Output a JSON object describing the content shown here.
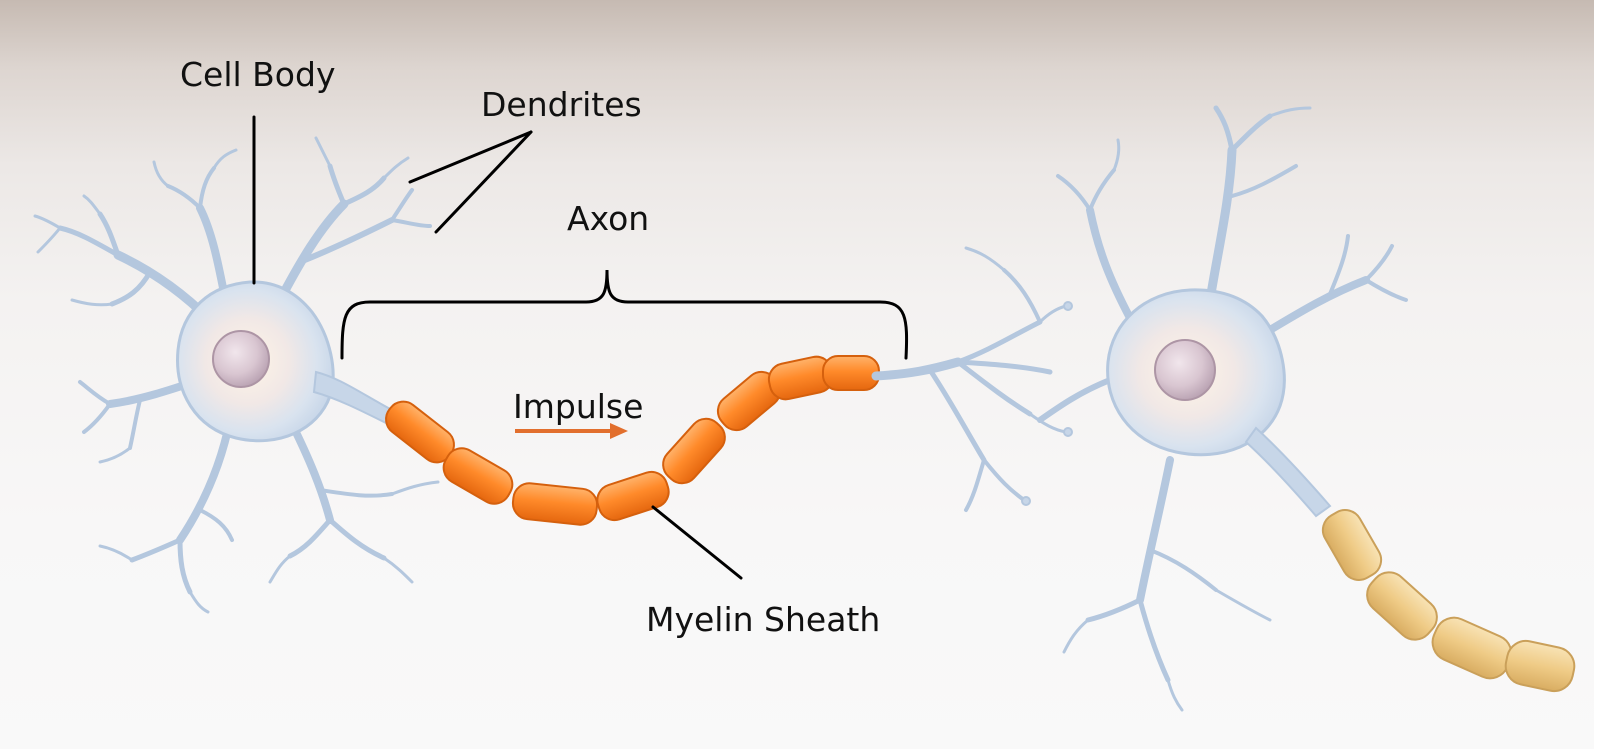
{
  "labels": {
    "cell_body": "Cell Body",
    "dendrites": "Dendrites",
    "axon": "Axon",
    "impulse": "Impulse",
    "myelin_sheath": "Myelin Sheath"
  },
  "colors": {
    "neuron_fill": "#c7d6e8",
    "neuron_stroke": "#8fa8c6",
    "nucleus": "#d6c2cd",
    "myelin_active": "#f7801f",
    "myelin_inactive": "#f0cf8e",
    "impulse_arrow": "#e26f2d",
    "leader_lines": "#000000"
  },
  "icons": {
    "impulse_direction": "arrow-right-icon"
  }
}
